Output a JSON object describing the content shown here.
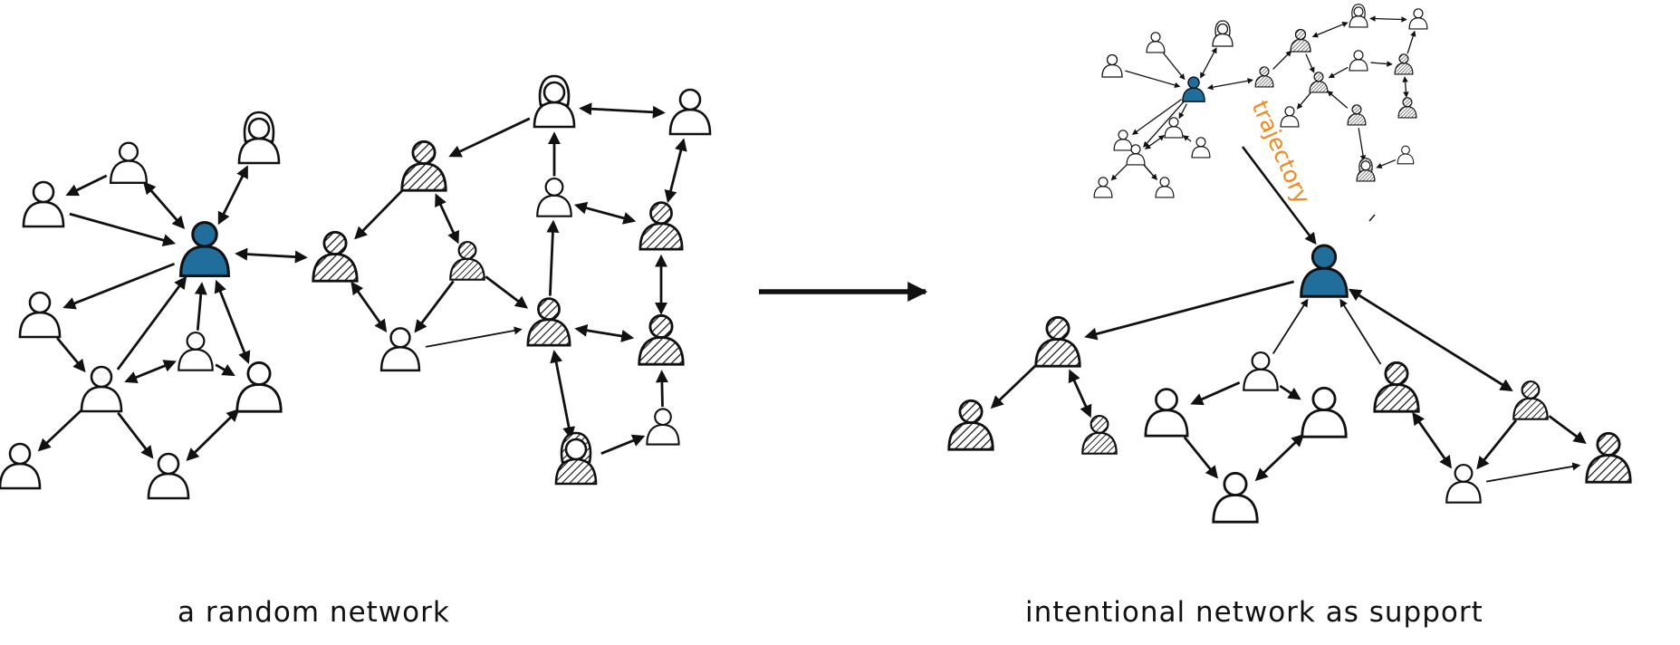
{
  "captions": {
    "left": "a random network",
    "right": "intentional network as support"
  },
  "annotation": {
    "trajectory": "trajectory"
  },
  "colors": {
    "focus": "#1f6e9c",
    "ink": "#111111",
    "annotation": "#f08a1c",
    "background": "#ffffff"
  },
  "icons": {
    "person_plain": "person-icon",
    "person_hatched": "person-hatched-icon",
    "person_focus": "person-focus-icon",
    "person_long_hair": "person-long-hair-icon",
    "transition_arrow": "right-arrow-icon"
  }
}
